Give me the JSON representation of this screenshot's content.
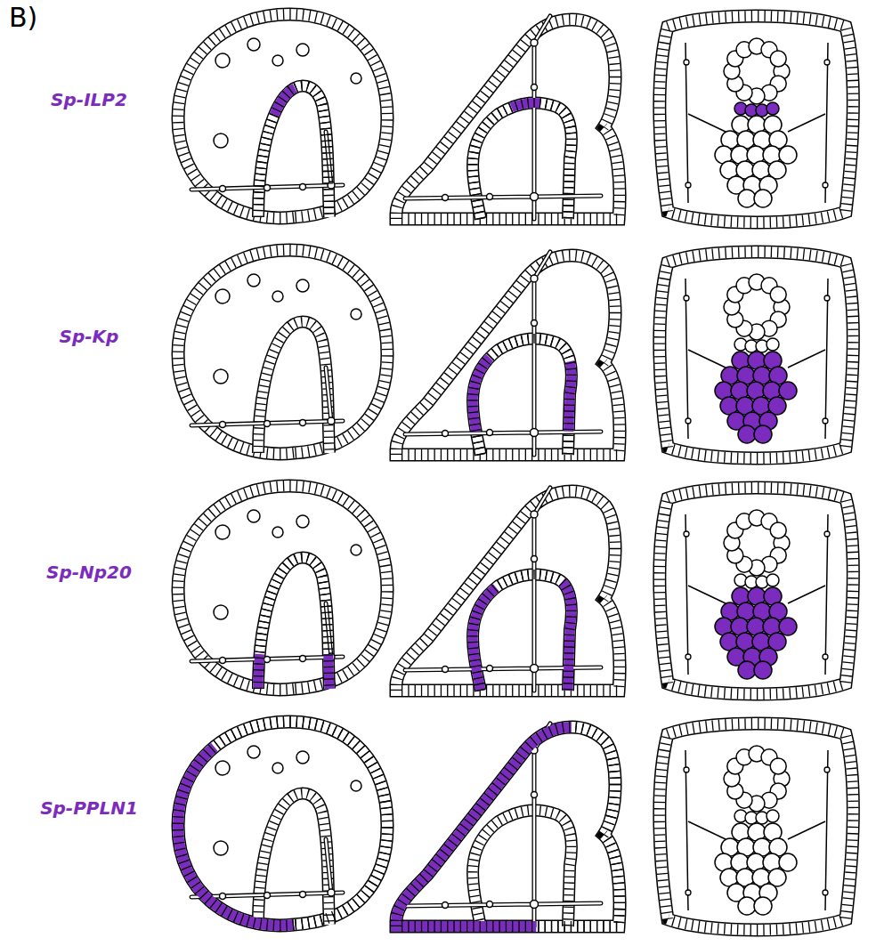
{
  "diagram": {
    "labels": [
      "B)",
      "Sp-ILP2",
      "Sp-Kp",
      "Sp-Np20",
      "Sp-PPLN1"
    ]
  }
}
